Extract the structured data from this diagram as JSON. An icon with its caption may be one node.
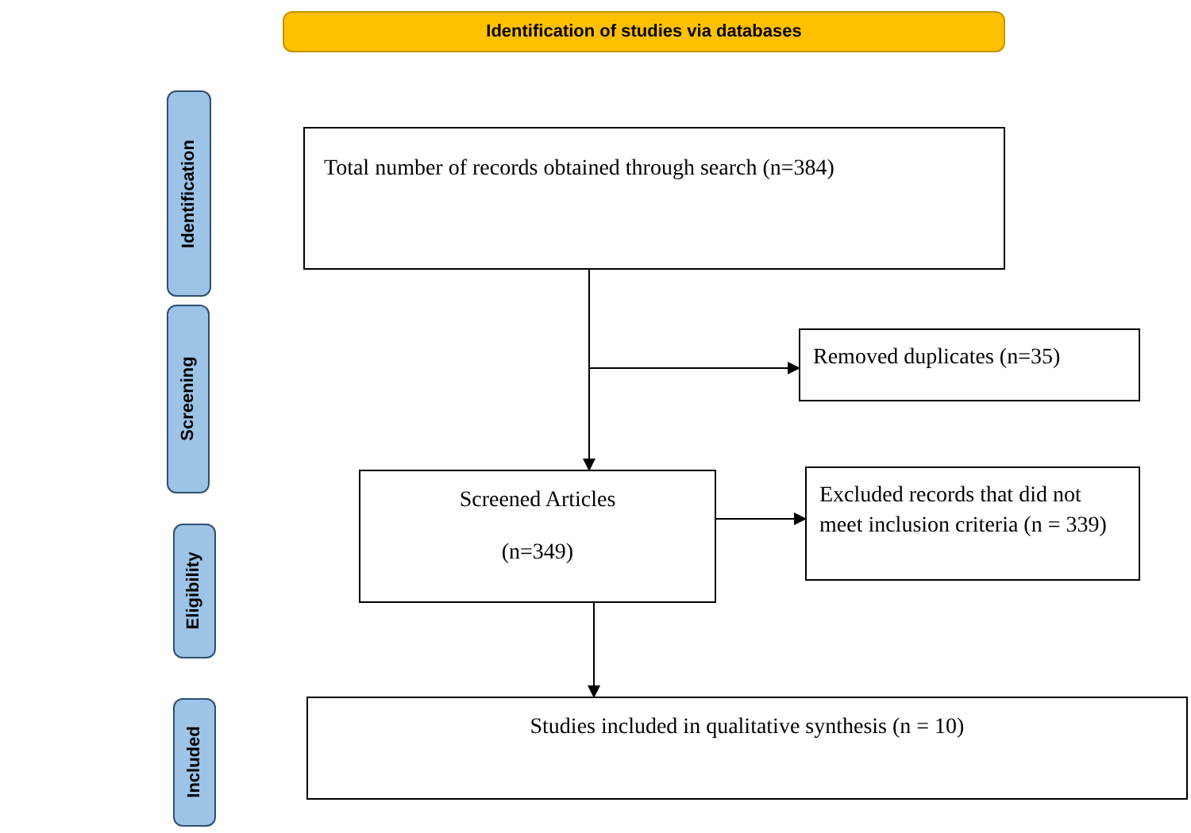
{
  "diagram": {
    "nodes": [
      {
        "text": [
          "Identification of studies via databases"
        ]
      },
      {
        "text": [
          "Identification"
        ]
      },
      {
        "text": [
          "Screening"
        ]
      },
      {
        "text": [
          "Eligibility"
        ]
      },
      {
        "text": [
          "Included"
        ]
      },
      {
        "text": [
          "Total number of records obtained through search (n=384)"
        ]
      },
      {
        "text": [
          "Removed duplicates (n=35)"
        ]
      },
      {
        "text": [
          "Screened Articles",
          "(n=349)"
        ]
      },
      {
        "text": [
          "Excluded records that did not meet inclusion criteria (n = 339)"
        ]
      },
      {
        "text": [
          "Studies included in qualitative synthesis (n = 10)"
        ]
      }
    ],
    "edges": [
      {
        "from": 5,
        "to": 7,
        "arrow": "to"
      },
      {
        "from": 5,
        "to": 6,
        "arrow": "to"
      },
      {
        "from": 7,
        "to": 8,
        "arrow": "to"
      },
      {
        "from": 7,
        "to": 9,
        "arrow": "to"
      }
    ]
  }
}
